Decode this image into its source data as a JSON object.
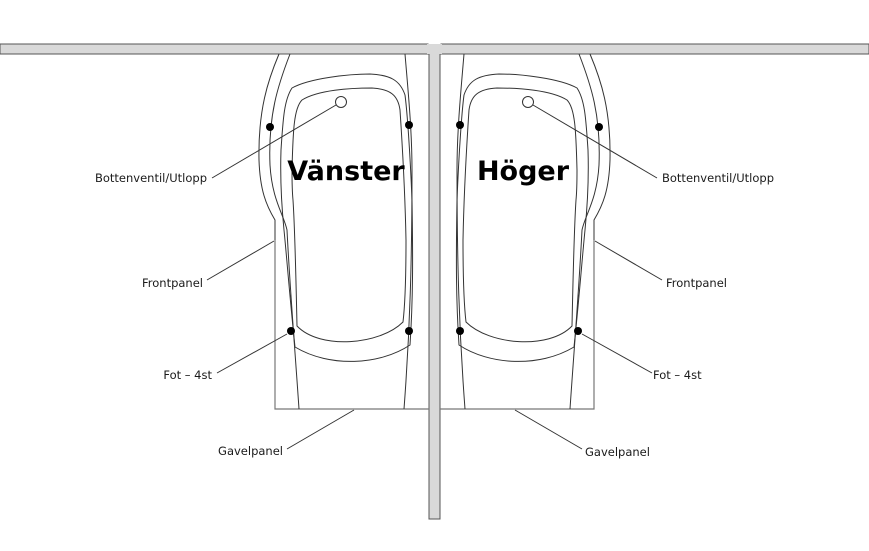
{
  "diagram": {
    "title": "Bathtub orientation diagram",
    "tubs": [
      {
        "id": "left",
        "name": "Vänster",
        "labels": {
          "drain": "Bottenventil/Utlopp",
          "front_panel": "Frontpanel",
          "feet": "Fot – 4st",
          "end_panel": "Gavelpanel"
        }
      },
      {
        "id": "right",
        "name": "Höger",
        "labels": {
          "drain": "Bottenventil/Utlopp",
          "front_panel": "Frontpanel",
          "feet": "Fot – 4st",
          "end_panel": "Gavelpanel"
        }
      }
    ],
    "colors": {
      "wall_fill": "#d9d9d9",
      "line": "#333333",
      "foot_dot": "#000000"
    }
  }
}
